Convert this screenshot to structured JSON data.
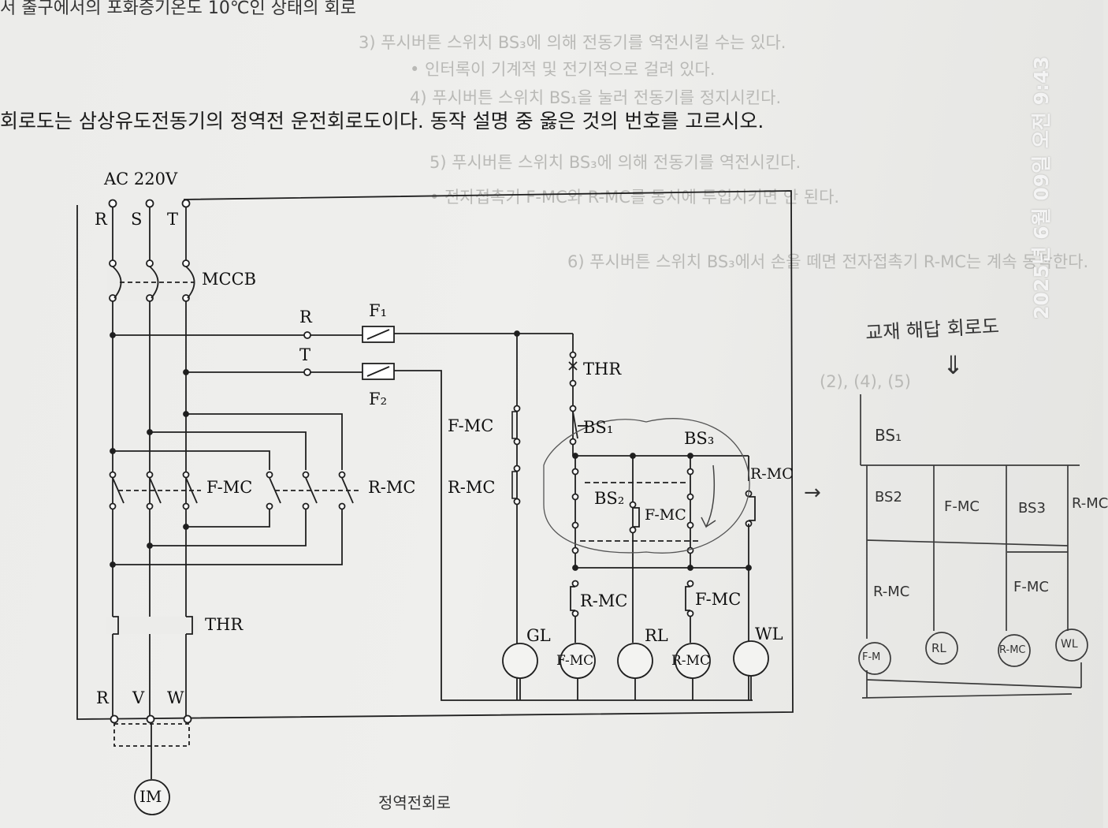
{
  "header": {
    "top_line": "서 출구에서의 포화증기온도 10℃인 상태의 회로",
    "question": "회로도는 삼상유도전동기의 정역전 운전회로도이다. 동작 설명 중 옳은 것의 번호를 고르시오."
  },
  "background_text": {
    "line1": "3) 푸시버튼 스위치 BS₃에 의해 전동기를 역전시킬 수는 있다.",
    "line2": "• 인터록이 기계적 및 전기적으로 걸려 있다.",
    "line3": "4) 푸시버튼 스위치 BS₁을 눌러 전동기를 정지시킨다.",
    "line4": "5) 푸시버튼 스위치 BS₃에 의해 전동기를 역전시킨다.",
    "line5": "• 전자접촉기 F-MC와 R-MC를 동시에 투입시키면 안 된다.",
    "line6": "6) 푸시버튼 스위치 BS₃에서 손을 떼면 전자접촉기 R-MC는 계속 동작한다.",
    "line7": "(2), (4), (5)"
  },
  "diagram": {
    "supply": "AC 220V",
    "phases": [
      "R",
      "S",
      "T"
    ],
    "breaker": "MCCB",
    "fuse_r_label": "R",
    "fuse_t_label": "T",
    "fuse1": "F₁",
    "fuse2": "F₂",
    "thr_control": "THR",
    "thr_main": "THR",
    "f_mc_main": "F-MC",
    "r_mc_main": "R-MC",
    "f_mc_left": "F-MC",
    "r_mc_left": "R-MC",
    "bs1": "BS₁",
    "bs2": "BS₂",
    "bs3": "BS₃",
    "f_mc_aux": "F-MC",
    "r_mc_aux": "R-MC",
    "r_mc_interlock": "R-MC",
    "f_mc_interlock": "F-MC",
    "lamps": [
      {
        "label": "GL",
        "text": ""
      },
      {
        "label": "",
        "text": "F-MC"
      },
      {
        "label": "RL",
        "text": ""
      },
      {
        "label": "",
        "text": "R-MC"
      },
      {
        "label": "WL",
        "text": ""
      }
    ],
    "terminals": [
      "R",
      "V",
      "W"
    ],
    "motor": "IM",
    "caption": "정역전회로"
  },
  "handwriting": {
    "title": "교재 해답 회로도",
    "arrow": "⇓",
    "side_arrow": "→",
    "bs1": "BS₁",
    "bs2": "BS2",
    "f_mc": "F-MC",
    "bs3": "BS3",
    "r_mc": "R-MC",
    "r_mc_lower": "R-MC",
    "f_mc_lower": "F-MC",
    "loads": [
      "F-M",
      "RL",
      "R-MC",
      "WL"
    ]
  },
  "timestamp": "2025년 6월 09일 오전 9:43"
}
